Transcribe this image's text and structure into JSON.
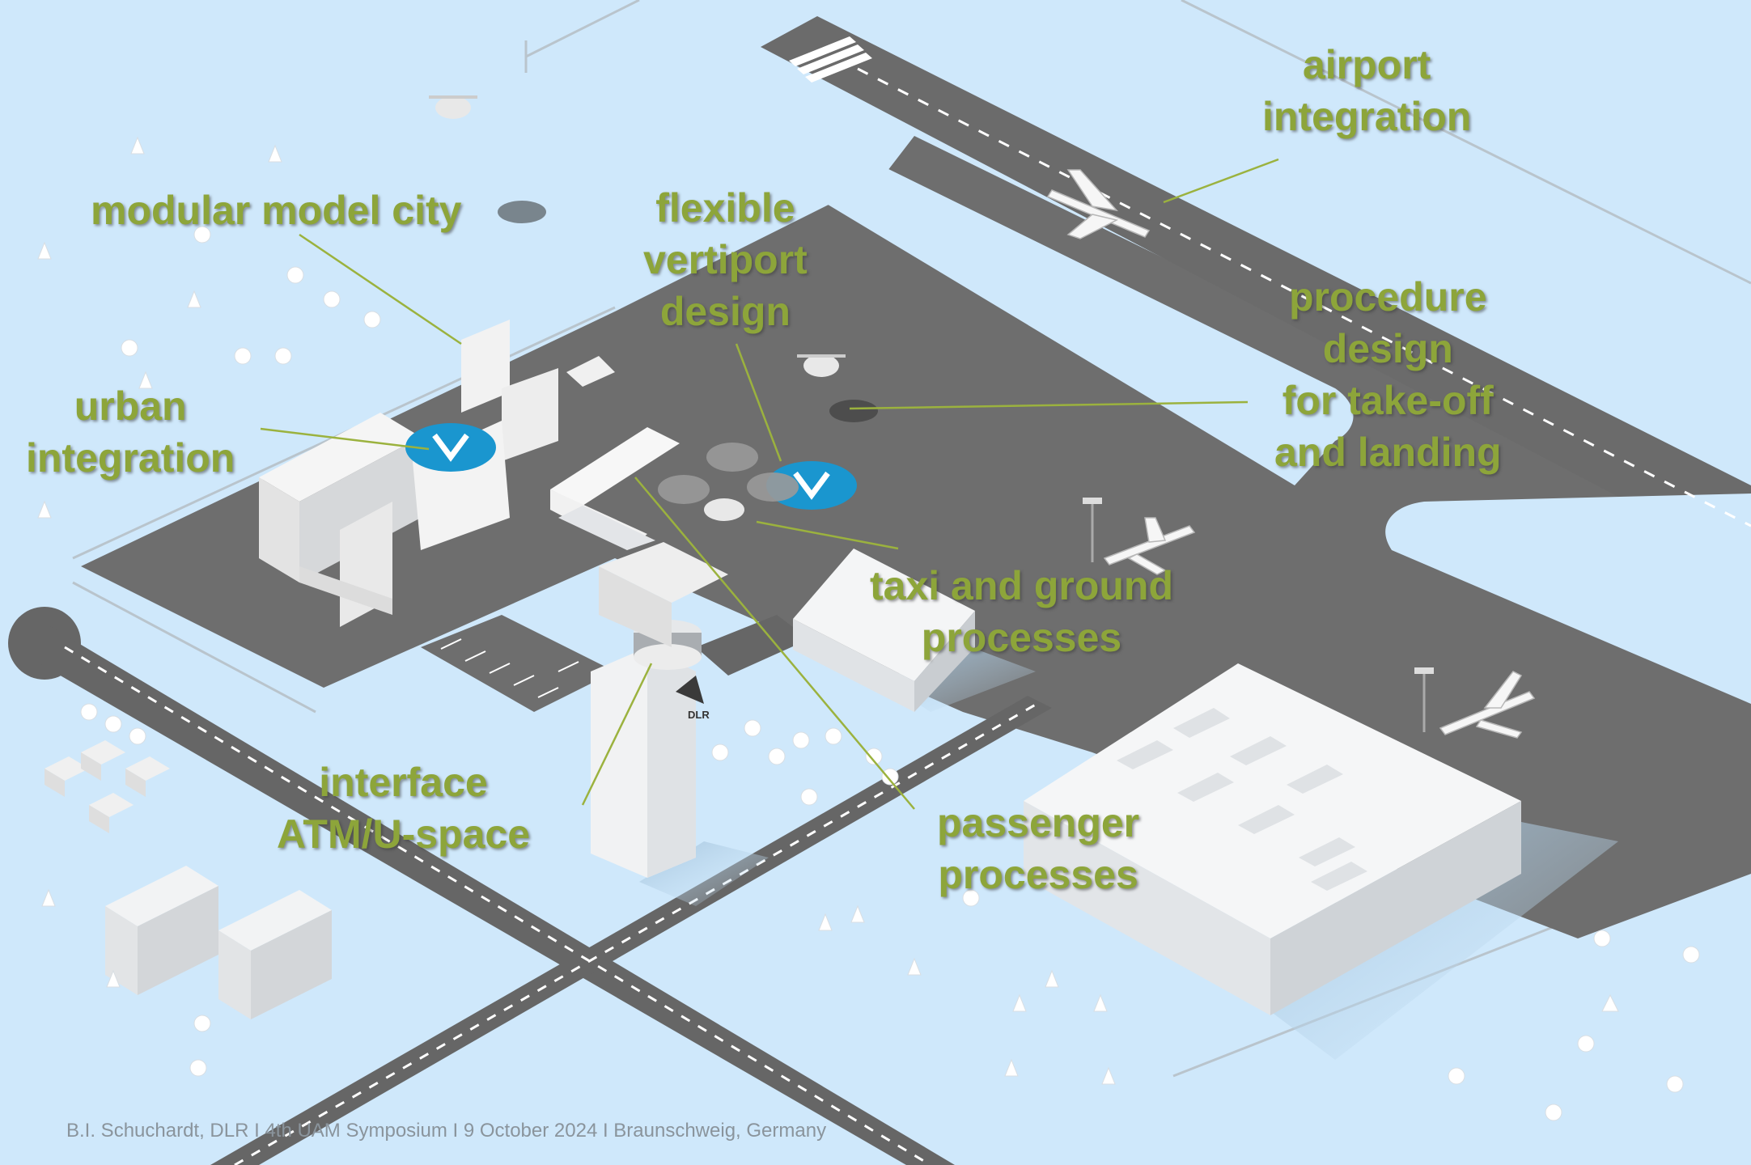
{
  "labels": {
    "modular_model_city": "modular model city",
    "flexible_vertiport_design": [
      "flexible",
      "vertiport",
      "design"
    ],
    "airport_integration": [
      "airport",
      "integration"
    ],
    "procedure_design": [
      "procedure",
      "design",
      "for take-off",
      "and landing"
    ],
    "urban_integration": [
      "urban",
      "integration"
    ],
    "taxi_and_ground_processes": [
      "taxi and ground",
      "processes"
    ],
    "interface_atm_uspace": [
      "interface",
      "ATM/U-space"
    ],
    "passenger_processes": [
      "passenger",
      "processes"
    ]
  },
  "footer": "B.I. Schuchardt, DLR I 4th UAM Symposium I 9 October 2024 I Braunschweig, Germany",
  "tower_logo_text": "DLR",
  "colors": {
    "background": "#cfe8fb",
    "tarmac": "#6e6e6e",
    "road": "#666666",
    "building": "#f3f4f5",
    "label": "#8da53a",
    "leader_line": "#9bb23e",
    "vertiport_pad": "#1a96cf"
  },
  "icons": [
    "drone-icon",
    "airplane-icon",
    "vertiport-pad-icon",
    "tree-icon",
    "house-icon",
    "light-pole-icon",
    "dlr-logo-icon"
  ]
}
